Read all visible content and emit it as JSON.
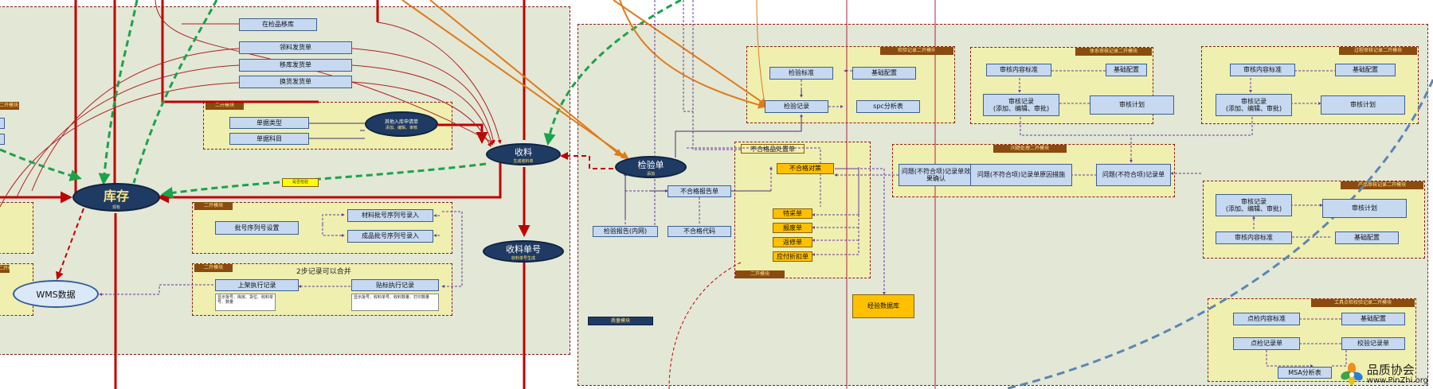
{
  "colors": {
    "panel_bg": "#e3e7d6",
    "subpanel_bg": "#efefb0",
    "box_fill": "#c6d9f1",
    "node_fill": "#1f3b63",
    "highlight": "#ffc000",
    "flow_red": "#c00000",
    "flow_green": "#1aa34a",
    "flow_orange": "#e07b1a",
    "flow_purple": "#7030a0",
    "arc_blue": "#5b86b3"
  },
  "left": {
    "top_box": "在检品移库",
    "issue_boxes": [
      "领料发货单",
      "移库发货单",
      "换货发货单"
    ],
    "module_tag_a": "二开模块",
    "doc_type": "单据类型",
    "doc_subject": "单据科目",
    "other_inbound_title": "其他入库申请单",
    "other_inbound_sub": "添加、编辑、审核",
    "module_tag_b": "二开模块",
    "batch_setting": "批号序列号设置",
    "material_entry": "材料批号序列号录入",
    "product_entry": "成品批号序列号录入",
    "module_tag_c": "二开模块",
    "merge_note": "2步记录可以合并",
    "shelf_record": "上架执行记录",
    "shelf_detail": "显示批号、库房、货位、收料单号、数量",
    "label_record": "贴标执行记录",
    "label_detail": "显示批号、收料单号、收料数量、打印数量",
    "left_tag": "二开模块",
    "left_tag_b": "二开模块",
    "inventory": "库存",
    "inventory_sub": "现有",
    "wms": "WMS数据",
    "receive": "收料",
    "receive_sub": "生成收料单",
    "receive_no": "收料单号",
    "receive_no_sub": "收料单号生成",
    "yellow_small": "是否检验"
  },
  "mid": {
    "inspection_order": "检验单",
    "inspection_sub": "添加",
    "nc_report": "不合格报告单",
    "insp_report": "检验报告(内网)",
    "nc_code": "不合格代码",
    "nc_tag": "不合格品处置单",
    "nc_handle": "不合格对策",
    "disposals": [
      "特采单",
      "报废单",
      "返修单",
      "应付折扣单"
    ],
    "nc_bottom_tag": "二开模块",
    "exp_db": "经验数据库",
    "dark_label": "质量模块",
    "insp_tag": "检验记录二开模块",
    "insp_std": "检验标准",
    "insp_base": "基础配置",
    "insp_record": "检验记录",
    "spc": "spc分析表"
  },
  "right": {
    "audit1_tag": "体系审核记录二开模块",
    "audit2_tag": "过程审核记录二开模块",
    "audit3_tag": "产品审核记录二开模块",
    "audit_content": "审核内容标准",
    "audit_base": "基础配置",
    "audit_record": "审核记录\n(添加、编辑、审批)",
    "audit_plan": "审核计划",
    "problem_tag": "问题处理二开模块",
    "problem_confirm": "问题(不符合项)记录单效果确认",
    "problem_measure": "问题(不符合项)记录单原因措施",
    "problem_record": "问题(不符合项)记录单",
    "tools_tag": "工具点检校验记录二开模块",
    "check_content": "点检内容标准",
    "tools_base": "基础配置",
    "check_record": "点检记录单",
    "calib_record": "校验记录单",
    "msa": "MSA分析表"
  },
  "logo": {
    "name": "品质协会",
    "url": "www.PinZhi.org"
  }
}
